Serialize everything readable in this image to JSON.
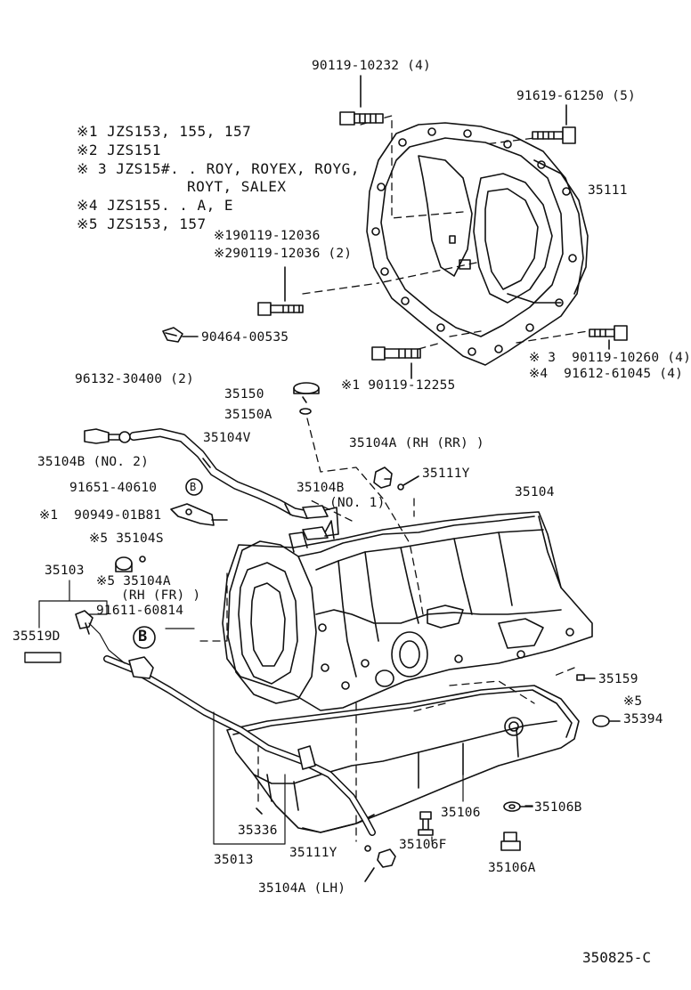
{
  "legend": [
    "※1 JZS153, 155, 157",
    "※2 JZS151",
    "※ 3 JZS15#. . ROY, ROYEX, ROYG,",
    "ROYT, SALEX",
    "※4 JZS155. . A, E",
    "※5 JZS153, 157"
  ],
  "labels": {
    "p90119_10232": "90119-10232 (4)",
    "p91619_61250": "91619-61250 (5)",
    "p35111": "35111",
    "p90119_12036_1": "※190119-12036",
    "p90119_12036_2": "※290119-12036 (2)",
    "p90464_00535": "90464-00535",
    "p90119_10260": "※ 3  90119-10260 (4)",
    "p91612_61045": "※4  91612-61045 (4)",
    "p90119_12255": "※1 90119-12255",
    "p96132_30400": "96132-30400 (2)",
    "p35150": "35150",
    "p35150A": "35150A",
    "p35104V": "35104V",
    "p35104A_RR": "35104A (RH (RR) )",
    "p35104B_2": "35104B (NO. 2)",
    "p35111Y_top": "35111Y",
    "p35104": "35104",
    "p91651_40610": "91651-40610",
    "p35104B_1a": "35104B",
    "p35104B_1b": "(NO. 1)",
    "p90949_01B81": "※1  90949-01B81",
    "p35104S": "※5 35104S",
    "p35103": "35103",
    "p35104A_FRa": "※5 35104A",
    "p35104A_FRb": "(RH (FR) )",
    "p91611_60814": "91611-60814",
    "p35519D": "35519D",
    "p35159": "35159",
    "p_x5": "※5",
    "p35394": "35394",
    "p35106B": "35106B",
    "p35336": "35336",
    "p35106": "35106",
    "p35013": "35013",
    "p35111Y_bot": "35111Y",
    "p35106F": "35106F",
    "p35106A": "35106A",
    "p35104A_LH": "35104A (LH)",
    "badge_b": "B"
  },
  "diagram_code": "350825-C"
}
